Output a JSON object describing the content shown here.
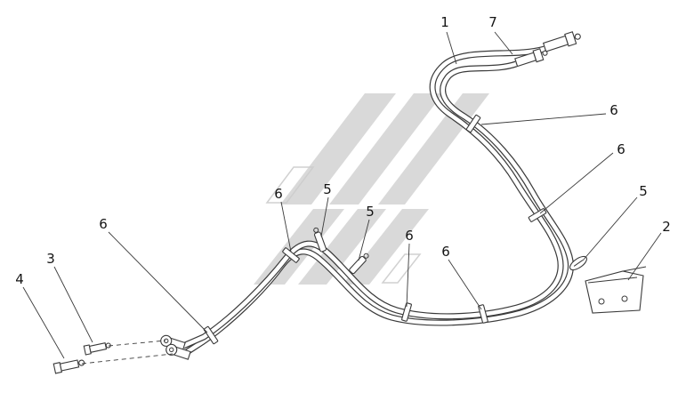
{
  "diagram": {
    "background_color": "#ffffff",
    "line_color": "#3a3a3a",
    "watermark_color": "#cccccc",
    "callouts": [
      {
        "label": "1"
      },
      {
        "label": "7"
      },
      {
        "label": "6"
      },
      {
        "label": "6"
      },
      {
        "label": "5"
      },
      {
        "label": "2"
      },
      {
        "label": "6"
      },
      {
        "label": "5"
      },
      {
        "label": "5"
      },
      {
        "label": "6"
      },
      {
        "label": "6"
      },
      {
        "label": "6"
      },
      {
        "label": "3"
      },
      {
        "label": "4"
      }
    ]
  }
}
